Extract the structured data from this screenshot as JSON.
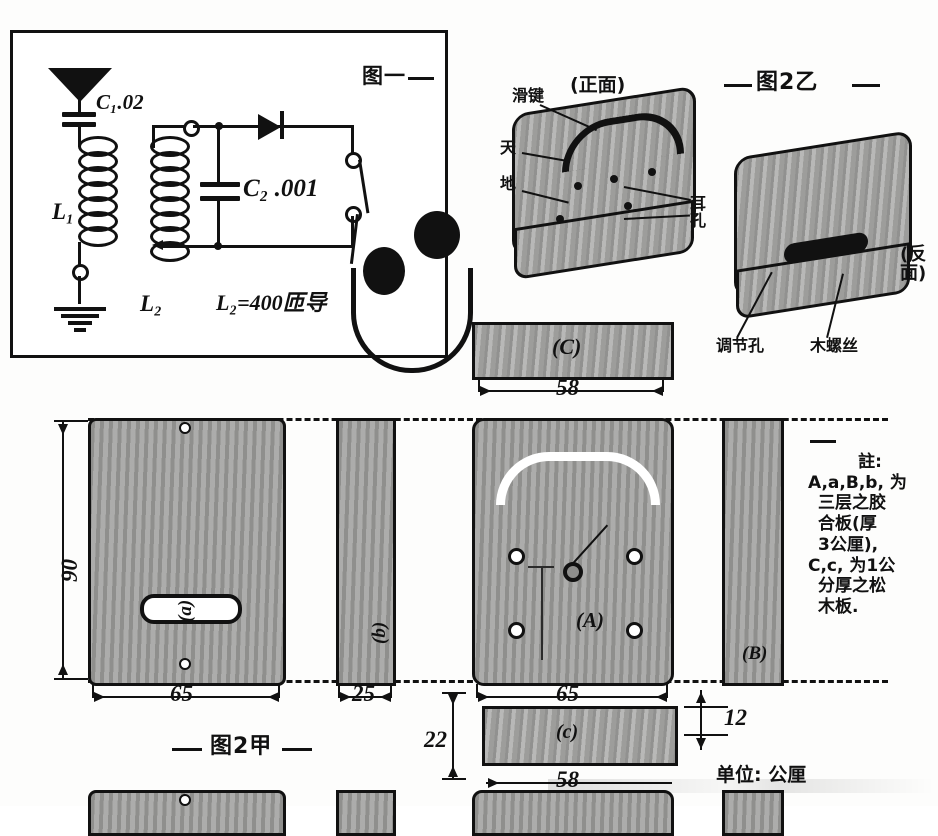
{
  "figure1": {
    "title": "图一",
    "components": {
      "c1": "C₁.02",
      "c2": "C₂ .001",
      "l1": "L₁",
      "l2": "L₂",
      "l2_spec": "L₂=400匝导"
    },
    "icon_names": {
      "antenna": "antenna-icon",
      "ground": "ground-icon",
      "diode": "diode-icon",
      "coil": "coil-icon",
      "capacitor": "capacitor-icon",
      "earphone": "earphone-icon"
    }
  },
  "figure2b": {
    "title": "图2乙",
    "front_view_label": "(正面)",
    "back_view_label": "(反面)",
    "callouts": {
      "slider": "滑键",
      "antenna": "天",
      "ground": "地",
      "earhole": "耳孔",
      "adjust_hole": "调节孔",
      "wood_screw": "木螺丝"
    }
  },
  "figure2a": {
    "title": "图2甲",
    "panels": [
      {
        "id": "panel-a-lower",
        "label": "(a)"
      },
      {
        "id": "panel-b-lower",
        "label": "(b)"
      },
      {
        "id": "panel-A-main",
        "label": "(A)"
      },
      {
        "id": "panel-B-right",
        "label": "(B)"
      },
      {
        "id": "panel-C-top",
        "label": "(C)"
      },
      {
        "id": "panel-c-bottom",
        "label": "(c)"
      }
    ],
    "dimensions": {
      "height_left": "90",
      "width_left": "65",
      "width_narrow": "25",
      "width_main": "65",
      "width_c_top": "58",
      "width_c_bottom": "58",
      "thickness_c": "12",
      "height_c_side": "22"
    },
    "unit_note": "单位: 公厘"
  },
  "note": {
    "lines": [
      "註:",
      "A,a,B,b, 为",
      "三层之胶",
      "合板(厚",
      "3公厘),",
      "C,c, 为1公",
      "分厚之松",
      "木板."
    ]
  },
  "colors": {
    "ink": "#111111",
    "board_gray": "#a9a9a7",
    "paper": "#fdfdfc"
  }
}
